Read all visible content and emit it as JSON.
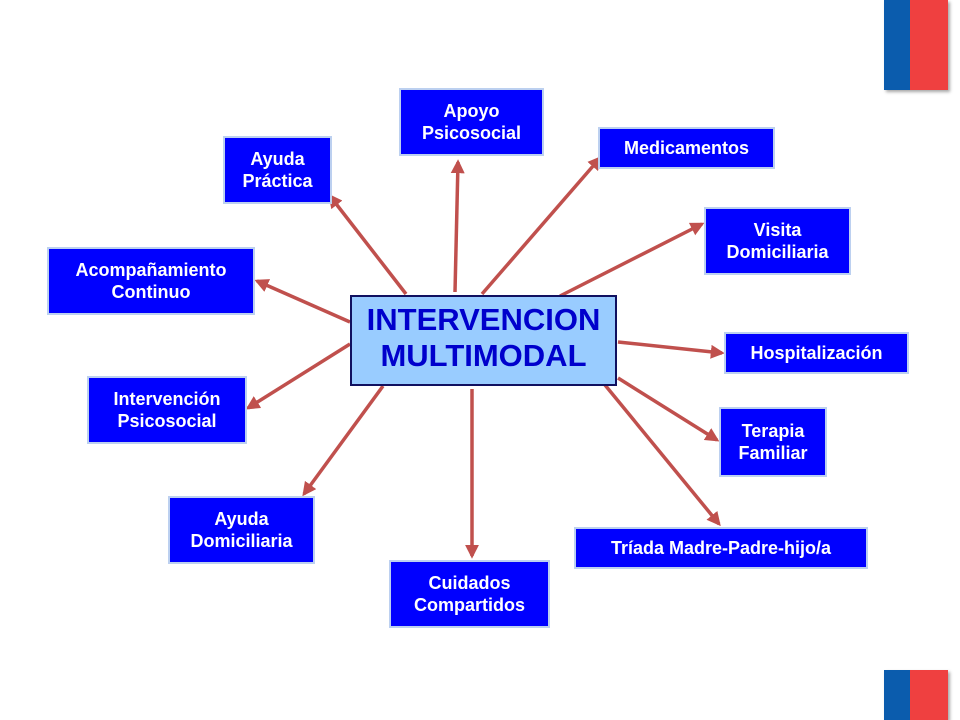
{
  "colors": {
    "node_fill": "#0000ff",
    "node_text": "#ffffff",
    "center_fill": "#99ccff",
    "center_text": "#0000cc",
    "arrow": "#c0504d",
    "flag_blue": "#0b5cad",
    "flag_red": "#ef4040"
  },
  "center": {
    "label": "INTERVENCION\n  MULTIMODAL"
  },
  "nodes": [
    {
      "id": "apoyo-psicosocial",
      "label": "Apoyo\nPsicosocial"
    },
    {
      "id": "medicamentos",
      "label": "Medicamentos"
    },
    {
      "id": "visita-domiciliaria",
      "label": "Visita\nDomiciliaria"
    },
    {
      "id": "hospitalizacion",
      "label": "Hospitalización"
    },
    {
      "id": "terapia-familiar",
      "label": "Terapia\nFamiliar"
    },
    {
      "id": "triada",
      "label": "Tríada Madre-Padre-hijo/a"
    },
    {
      "id": "cuidados-compartidos",
      "label": "Cuidados\nCompartidos"
    },
    {
      "id": "ayuda-domiciliaria",
      "label": "Ayuda\nDomiciliaria"
    },
    {
      "id": "intervencion-psicosocial",
      "label": "Intervención\nPsicosocial"
    },
    {
      "id": "acompanamiento-continuo",
      "label": "Acompañamiento\nContinuo"
    },
    {
      "id": "ayuda-practica",
      "label": "Ayuda\nPráctica"
    }
  ]
}
